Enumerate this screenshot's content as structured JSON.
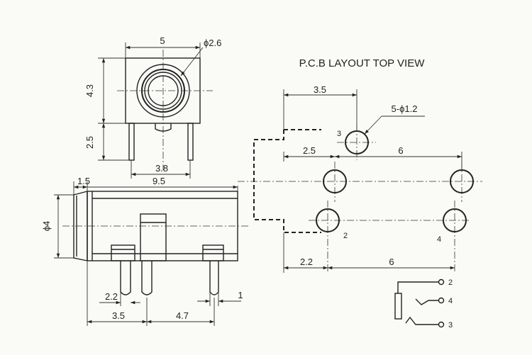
{
  "front_view": {
    "dim_width": "5",
    "dim_hole": "ϕ2.6",
    "dim_body_height": "4.3",
    "dim_pin_length": "2.5",
    "dim_pin_pitch": "3.8"
  },
  "side_view": {
    "dim_front_ring": "1.5",
    "dim_body_length": "9.5",
    "dim_diameter": "ϕ4",
    "dim_pin_offset": "2.2",
    "dim_pin_width": "1",
    "dim_first_pin": "3.5",
    "dim_pin_spacing": "4.7"
  },
  "pcb_layout": {
    "title": "P.C.B LAYOUT  TOP VIEW",
    "dim_top_offset": "3.5",
    "dim_holes": "5-ϕ1.2",
    "dim_upper_offset": "2.5",
    "dim_upper_spacing": "6",
    "dim_lower_offset": "2.2",
    "dim_lower_spacing": "6",
    "pin_labels": [
      "3",
      "2",
      "4"
    ]
  },
  "schematic": {
    "pin_labels": [
      "2",
      "4",
      "3"
    ]
  }
}
